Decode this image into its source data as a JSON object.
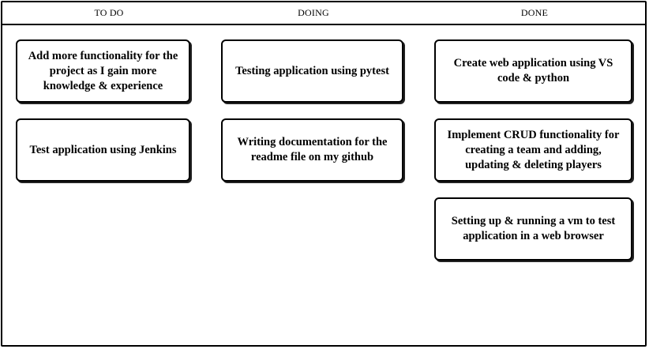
{
  "columns": [
    {
      "title": "TO DO",
      "cards": [
        "Add more functionality for the project as I gain more knowledge & experience",
        "Test application using Jenkins"
      ]
    },
    {
      "title": "DOING",
      "cards": [
        "Testing application using pytest",
        "Writing documentation for the readme file on my github"
      ]
    },
    {
      "title": "DONE",
      "cards": [
        "Create web application using VS code & python",
        "Implement CRUD functionality for creating a team and adding, updating & deleting players",
        "Setting up & running a vm to test application in a web browser"
      ]
    }
  ]
}
